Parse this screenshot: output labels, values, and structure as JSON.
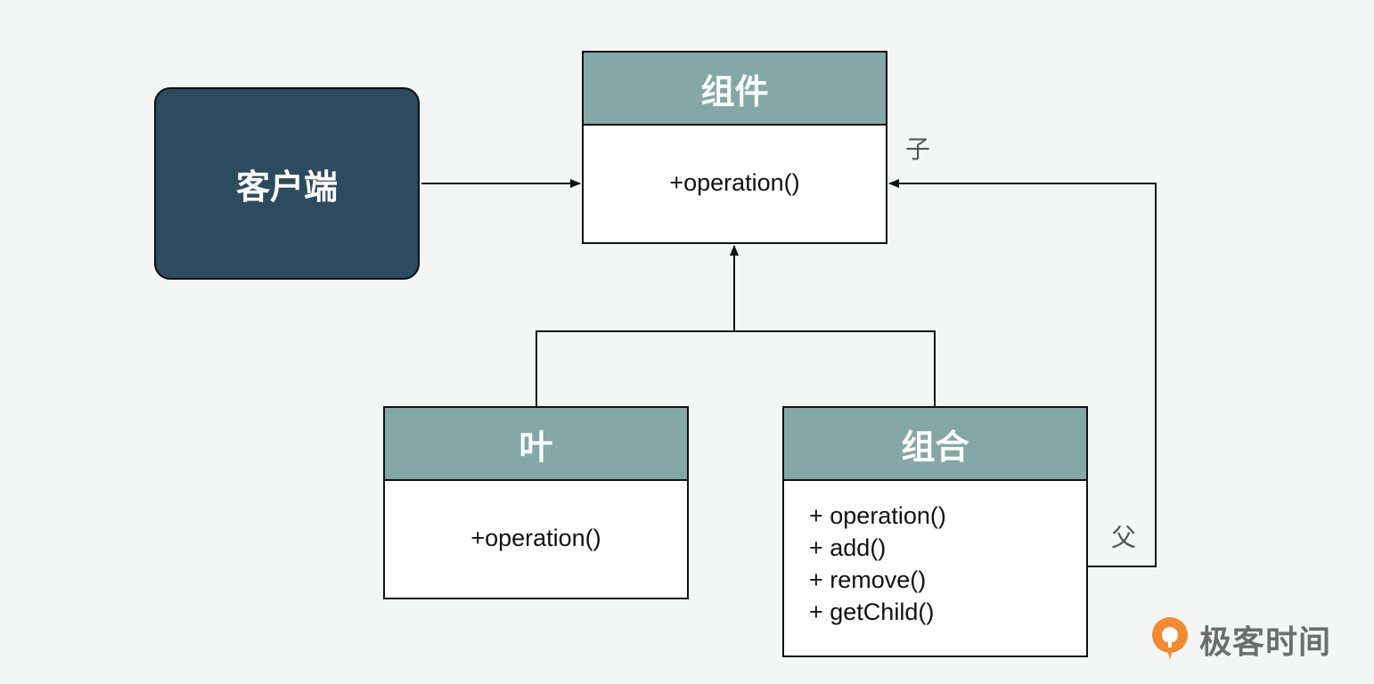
{
  "diagram": {
    "client": {
      "label": "客户端"
    },
    "component": {
      "title": "组件",
      "methods": [
        "+operation()"
      ]
    },
    "leaf": {
      "title": "叶",
      "methods": [
        "+operation()"
      ]
    },
    "composite": {
      "title": "组合",
      "methods": [
        "+ operation()",
        "+ add()",
        "+ remove()",
        "+ getChild()"
      ]
    },
    "edge_labels": {
      "child": "子",
      "parent": "父"
    }
  },
  "brand": {
    "name": "极客时间"
  },
  "colors": {
    "background": "#f4f6f5",
    "client_fill": "#2d4b5e",
    "header_fill": "#84a7a7",
    "logo_orange": "#f28a32"
  }
}
